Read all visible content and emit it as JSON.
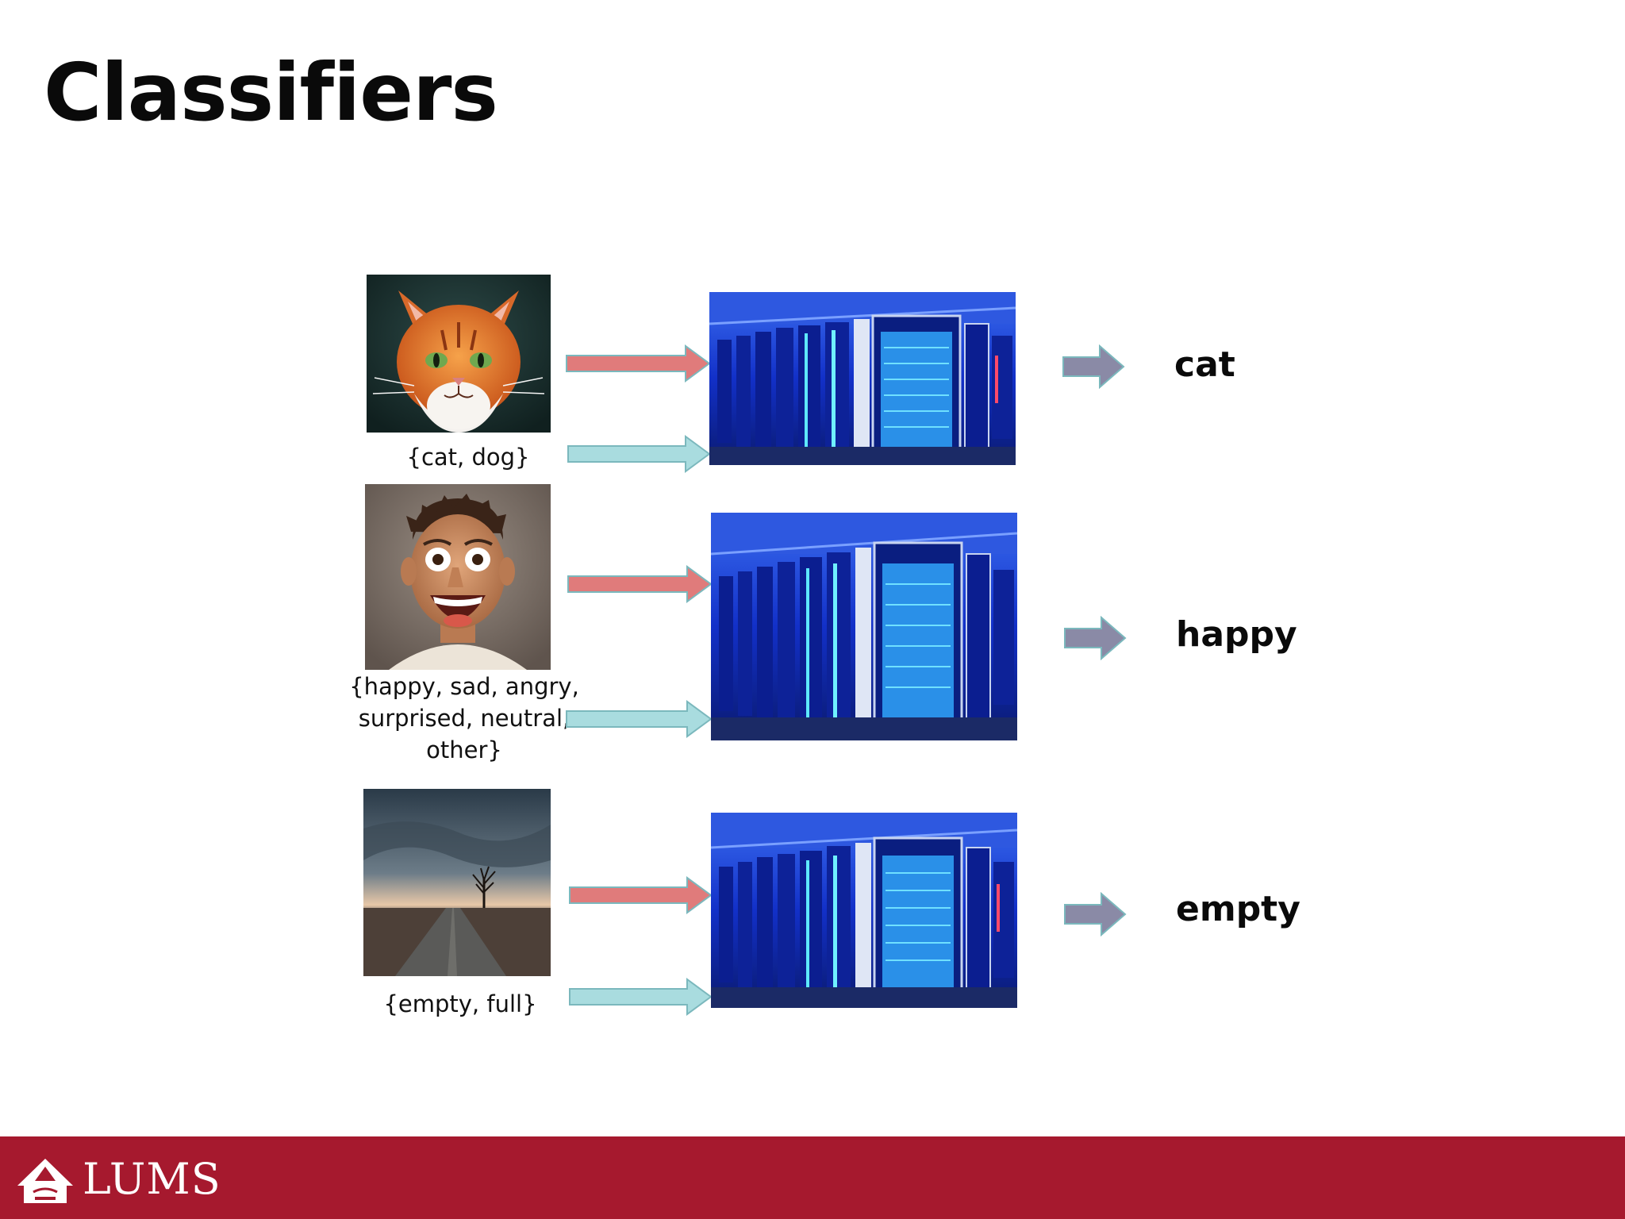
{
  "slide": {
    "title": "Classifiers"
  },
  "rows": [
    {
      "image_icon": "cat-portrait-image",
      "caption": "{cat, dog}",
      "result": "cat"
    },
    {
      "image_icon": "excited-man-portrait-image",
      "caption": "{happy, sad, angry, surprised, neutral, other}",
      "result": "happy"
    },
    {
      "image_icon": "lonely-road-landscape-image",
      "caption": "{empty, full}",
      "result": "empty"
    }
  ],
  "footer": {
    "logo_text": "LUMS",
    "background_color": "#a6192e"
  },
  "colors": {
    "input_arrow": "#e07b7b",
    "label_arrow": "#a9dcdf",
    "output_arrow": "#8a8aa6",
    "server_blue": "#1230c8"
  }
}
